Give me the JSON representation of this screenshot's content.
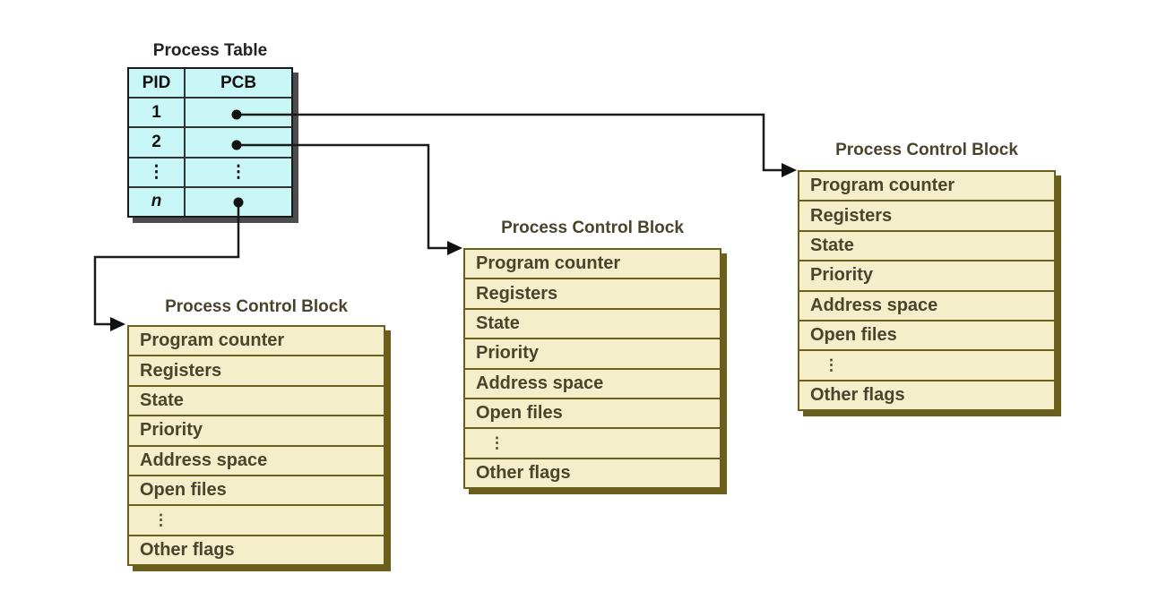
{
  "process_table": {
    "title": "Process Table",
    "columns": [
      "PID",
      "PCB"
    ],
    "rows": [
      {
        "pid": "1",
        "pcb_marker": "•"
      },
      {
        "pid": "2",
        "pcb_marker": "•"
      },
      {
        "pid": "⋮",
        "pcb_marker": "⋮"
      },
      {
        "pid": "n",
        "pcb_marker": "•"
      }
    ]
  },
  "pcb_blocks": [
    {
      "title": "Process Control Block",
      "fields": [
        "Program counter",
        "Registers",
        "State",
        "Priority",
        "Address space",
        "Open files",
        "⋮",
        "Other flags"
      ]
    },
    {
      "title": "Process Control Block",
      "fields": [
        "Program counter",
        "Registers",
        "State",
        "Priority",
        "Address space",
        "Open files",
        "⋮",
        "Other flags"
      ]
    },
    {
      "title": "Process Control Block",
      "fields": [
        "Program counter",
        "Registers",
        "State",
        "Priority",
        "Address space",
        "Open files",
        "⋮",
        "Other flags"
      ]
    }
  ],
  "colors": {
    "table_fill": "#C9F6F7",
    "table_border": "#1A1A1A",
    "table_shadow": "#4C4C4C",
    "pcb_fill": "#F5EECB",
    "pcb_border": "#6B5F1E",
    "pcb_text": "#4A442C",
    "connector": "#1A1A1A"
  }
}
